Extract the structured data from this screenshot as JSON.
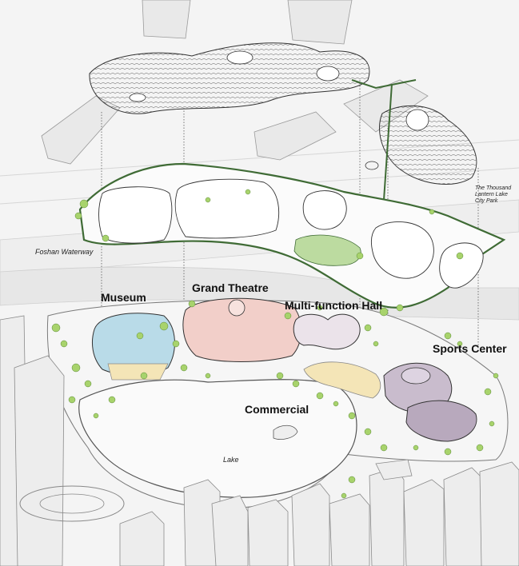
{
  "labels": {
    "museum": "Museum",
    "grand_theatre": "Grand Theatre",
    "multi_function_hall": "Multi-function Hall",
    "sports_center": "Sports Center",
    "commercial": "Commercial",
    "lake": "Lake",
    "foshan_waterway": "Foshan Waterway",
    "lantern_park": "The Thousand Lantern Lake City Park"
  },
  "colors": {
    "museum": "#b9dbe8",
    "grand_theatre": "#f2cfc9",
    "multi_function_hall": "#ebe3ea",
    "sports_center": "#b8a9bd",
    "commercial": "#f4e5b7",
    "greenery": "#a8d36c",
    "park_outline": "#3f6b35",
    "buildings": "#e8e8e8",
    "water": "#f9f9f9"
  }
}
